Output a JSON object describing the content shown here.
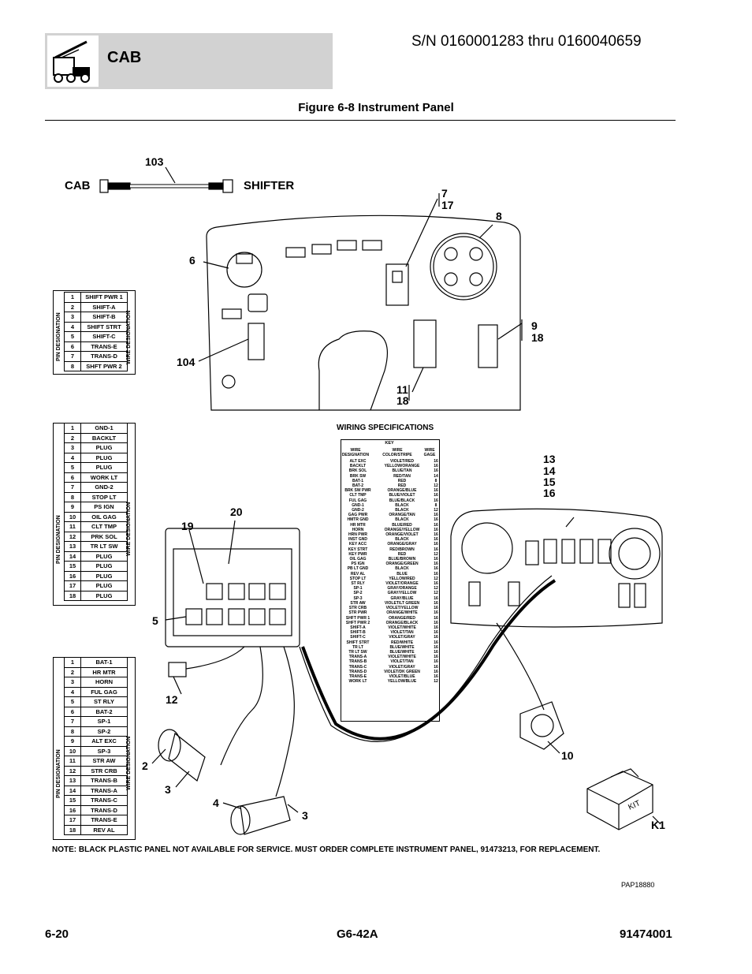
{
  "header": {
    "section": "CAB",
    "serial_range": "S/N 0160001283 thru 0160040659"
  },
  "figure": {
    "title": "Figure 6-8 Instrument Panel"
  },
  "harness": {
    "left_label": "CAB",
    "right_label": "SHIFTER"
  },
  "callouts": {
    "c103": "103",
    "c6": "6",
    "c7": "7",
    "c17": "17",
    "c8": "8",
    "c9": "9",
    "c18a": "18",
    "c104": "104",
    "c11": "11",
    "c18b": "18",
    "c13": "13",
    "c14": "14",
    "c15": "15",
    "c16": "16",
    "c19": "19",
    "c20": "20",
    "c5": "5",
    "c12": "12",
    "c2": "2",
    "c3a": "3",
    "c4": "4",
    "c3b": "3",
    "c10": "10",
    "k1": "K1",
    "kit": "KIT"
  },
  "tables": {
    "pin_label": "PIN DESIGNATION",
    "wire_label": "WIRE DESIGNATION",
    "table1": [
      {
        "n": "1",
        "w": "SHIFT PWR 1"
      },
      {
        "n": "2",
        "w": "SHIFT-A"
      },
      {
        "n": "3",
        "w": "SHIFT-B"
      },
      {
        "n": "4",
        "w": "SHIFT STRT"
      },
      {
        "n": "5",
        "w": "SHIFT-C"
      },
      {
        "n": "6",
        "w": "TRANS-E"
      },
      {
        "n": "7",
        "w": "TRANS-D"
      },
      {
        "n": "8",
        "w": "SHFT PWR 2"
      }
    ],
    "table2": [
      {
        "n": "1",
        "w": "GND-1"
      },
      {
        "n": "2",
        "w": "BACKLT"
      },
      {
        "n": "3",
        "w": "PLUG"
      },
      {
        "n": "4",
        "w": "PLUG"
      },
      {
        "n": "5",
        "w": "PLUG"
      },
      {
        "n": "6",
        "w": "WORK LT"
      },
      {
        "n": "7",
        "w": "GND-2"
      },
      {
        "n": "8",
        "w": "STOP LT"
      },
      {
        "n": "9",
        "w": "PS IGN"
      },
      {
        "n": "10",
        "w": "OIL GAG"
      },
      {
        "n": "11",
        "w": "CLT TMP"
      },
      {
        "n": "12",
        "w": "PRK SOL"
      },
      {
        "n": "13",
        "w": "TR LT SW"
      },
      {
        "n": "14",
        "w": "PLUG"
      },
      {
        "n": "15",
        "w": "PLUG"
      },
      {
        "n": "16",
        "w": "PLUG"
      },
      {
        "n": "17",
        "w": "PLUG"
      },
      {
        "n": "18",
        "w": "PLUG"
      }
    ],
    "table3": [
      {
        "n": "1",
        "w": "BAT-1"
      },
      {
        "n": "2",
        "w": "HR MTR"
      },
      {
        "n": "3",
        "w": "HORN"
      },
      {
        "n": "4",
        "w": "FUL GAG"
      },
      {
        "n": "5",
        "w": "ST RLY"
      },
      {
        "n": "6",
        "w": "BAT-2"
      },
      {
        "n": "7",
        "w": "SP-1"
      },
      {
        "n": "8",
        "w": "SP-2"
      },
      {
        "n": "9",
        "w": "ALT EXC"
      },
      {
        "n": "10",
        "w": "SP-3"
      },
      {
        "n": "11",
        "w": "STR AW"
      },
      {
        "n": "12",
        "w": "STR CRB"
      },
      {
        "n": "13",
        "w": "TRANS-B"
      },
      {
        "n": "14",
        "w": "TRANS-A"
      },
      {
        "n": "15",
        "w": "TRANS-C"
      },
      {
        "n": "16",
        "w": "TRANS-D"
      },
      {
        "n": "17",
        "w": "TRANS-E"
      },
      {
        "n": "18",
        "w": "REV AL"
      }
    ]
  },
  "wiring_spec": {
    "title": "WIRING SPECIFICATIONS",
    "key": "KEY",
    "col_designation": "WIRE DESIGNATION",
    "col_color": "WIRE COLOR/STRIPE",
    "col_gage": "WIRE GAGE",
    "rows": [
      {
        "d": "ALT EXC",
        "c": "VIOLET/RED",
        "g": "16"
      },
      {
        "d": "BACKLT",
        "c": "YELLOW/ORANGE",
        "g": "16"
      },
      {
        "d": "BRK SOL",
        "c": "BLUE/TAN",
        "g": "16"
      },
      {
        "d": "BRK SW",
        "c": "RED/TAN",
        "g": "14"
      },
      {
        "d": "BAT-1",
        "c": "RED",
        "g": "8"
      },
      {
        "d": "BAT-2",
        "c": "RED",
        "g": "12"
      },
      {
        "d": "BRK SW PWR",
        "c": "ORANGE/BLUE",
        "g": "16"
      },
      {
        "d": "CLT TMP",
        "c": "BLUE/VIOLET",
        "g": "16"
      },
      {
        "d": "FUL GAG",
        "c": "BLUE/BLACK",
        "g": "16"
      },
      {
        "d": "GND-1",
        "c": "BLACK",
        "g": "8"
      },
      {
        "d": "GND-2",
        "c": "BLACK",
        "g": "12"
      },
      {
        "d": "GAG PWR",
        "c": "ORANGE/TAN",
        "g": "16"
      },
      {
        "d": "HMTR GND",
        "c": "BLACK",
        "g": "16"
      },
      {
        "d": "HR MTR",
        "c": "BLUE/RED",
        "g": "16"
      },
      {
        "d": "HORN",
        "c": "ORANGE/YELLOW",
        "g": "16"
      },
      {
        "d": "HRN PWR",
        "c": "ORANGE/VIOLET",
        "g": "16"
      },
      {
        "d": "INST GND",
        "c": "BLACK",
        "g": "16"
      },
      {
        "d": "KEY ACC",
        "c": "ORANGE/GRAY",
        "g": "16"
      },
      {
        "d": "KEY STRT",
        "c": "RED/BROWN",
        "g": "16"
      },
      {
        "d": "KEY PWR",
        "c": "RED",
        "g": "12"
      },
      {
        "d": "OIL GAG",
        "c": "BLUE/BROWN",
        "g": "16"
      },
      {
        "d": "PS IGN",
        "c": "ORANGE/GREEN",
        "g": "16"
      },
      {
        "d": "PB LT GND",
        "c": "BLACK",
        "g": "16"
      },
      {
        "d": "REV AL",
        "c": "BLUE",
        "g": "16"
      },
      {
        "d": "STOP LT",
        "c": "YELLOW/RED",
        "g": "12"
      },
      {
        "d": "ST RLY",
        "c": "VIOLET/ORANGE",
        "g": "16"
      },
      {
        "d": "SP-1",
        "c": "GRAY/ORANGE",
        "g": "12"
      },
      {
        "d": "SP-2",
        "c": "GRAY/YELLOW",
        "g": "12"
      },
      {
        "d": "SP-3",
        "c": "GRAY/BLUE",
        "g": "16"
      },
      {
        "d": "STR AW",
        "c": "VIOLET/LT GREEN",
        "g": "16"
      },
      {
        "d": "STR CRB",
        "c": "VIOLET/YELLOW",
        "g": "16"
      },
      {
        "d": "STR PWR",
        "c": "ORANGE/WHITE",
        "g": "16"
      },
      {
        "d": "SHFT PWR 1",
        "c": "ORANGE/RED",
        "g": "16"
      },
      {
        "d": "SHFT PWR 2",
        "c": "ORANGE/BLACK",
        "g": "16"
      },
      {
        "d": "SHIFT-A",
        "c": "VIOLET/WHITE",
        "g": "16"
      },
      {
        "d": "SHIFT-B",
        "c": "VIOLET/TAN",
        "g": "16"
      },
      {
        "d": "SHIFT-C",
        "c": "VIOLET/GRAY",
        "g": "16"
      },
      {
        "d": "SHIFT STRT",
        "c": "RED/WHITE",
        "g": "16"
      },
      {
        "d": "TR LT",
        "c": "BLUE/WHITE",
        "g": "16"
      },
      {
        "d": "TR LT SW",
        "c": "BLUE/WHITE",
        "g": "16"
      },
      {
        "d": "TRANS-A",
        "c": "VIOLET/WHITE",
        "g": "16"
      },
      {
        "d": "TRANS-B",
        "c": "VIOLET/TAN",
        "g": "16"
      },
      {
        "d": "TRANS-C",
        "c": "VIOLET/GRAY",
        "g": "16"
      },
      {
        "d": "TRANS-D",
        "c": "VIOLET/DK GREEN",
        "g": "16"
      },
      {
        "d": "TRANS-E",
        "c": "VIOLET/BLUE",
        "g": "16"
      },
      {
        "d": "WORK LT",
        "c": "YELLOW/BLUE",
        "g": "12"
      }
    ]
  },
  "note": "NOTE:   BLACK PLASTIC PANEL NOT AVAILABLE FOR SERVICE. MUST ORDER COMPLETE INSTRUMENT PANEL, 91473213, FOR REPLACEMENT.",
  "drawing_id": "PAP18880",
  "footer": {
    "page": "6-20",
    "model": "G6-42A",
    "part_number": "91474001"
  }
}
